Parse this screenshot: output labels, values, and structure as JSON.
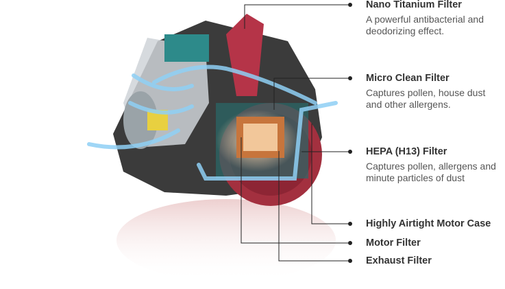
{
  "callouts": [
    {
      "title": "Nano Titanium Filter",
      "desc": "A powerful antibacterial and deodorizing effect."
    },
    {
      "title": "Micro Clean Filter",
      "desc": "Captures pollen, house dust and other allergens."
    },
    {
      "title": "HEPA (H13) Filter",
      "desc": "Captures pollen, allergens and minute particles of dust"
    },
    {
      "title": "Highly Airtight Motor Case"
    },
    {
      "title": "Motor Filter"
    },
    {
      "title": "Exhaust Filter"
    }
  ],
  "colors": {
    "body": "#9e2a3a",
    "dark": "#3a3a3a",
    "airflow": "#7fc8f0",
    "teal": "#2d8a8a",
    "text": "#333333"
  }
}
